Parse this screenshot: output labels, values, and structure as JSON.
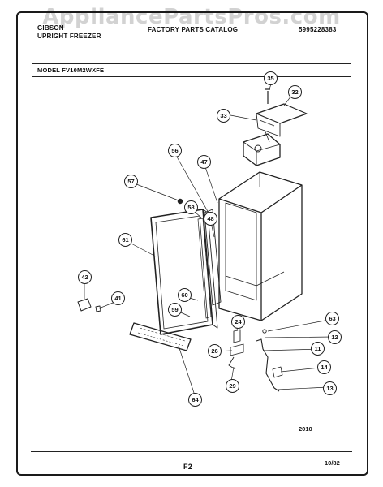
{
  "watermark": "AppliancePartsPros.com",
  "header": {
    "brand": "GIBSON",
    "product": "UPRIGHT FREEZER",
    "catalog": "FACTORY PARTS CATALOG",
    "catalog_number": "5995228383"
  },
  "model": {
    "label": "MODEL",
    "number": "FV10M2WXFE"
  },
  "diagram": {
    "callouts": [
      "35",
      "32",
      "33",
      "56",
      "47",
      "57",
      "58",
      "48",
      "61",
      "42",
      "41",
      "60",
      "59",
      "63",
      "24",
      "12",
      "26",
      "11",
      "14",
      "29",
      "13",
      "64"
    ],
    "date_code": "2010"
  },
  "footer": {
    "page": "F2",
    "revision": "10/82"
  }
}
